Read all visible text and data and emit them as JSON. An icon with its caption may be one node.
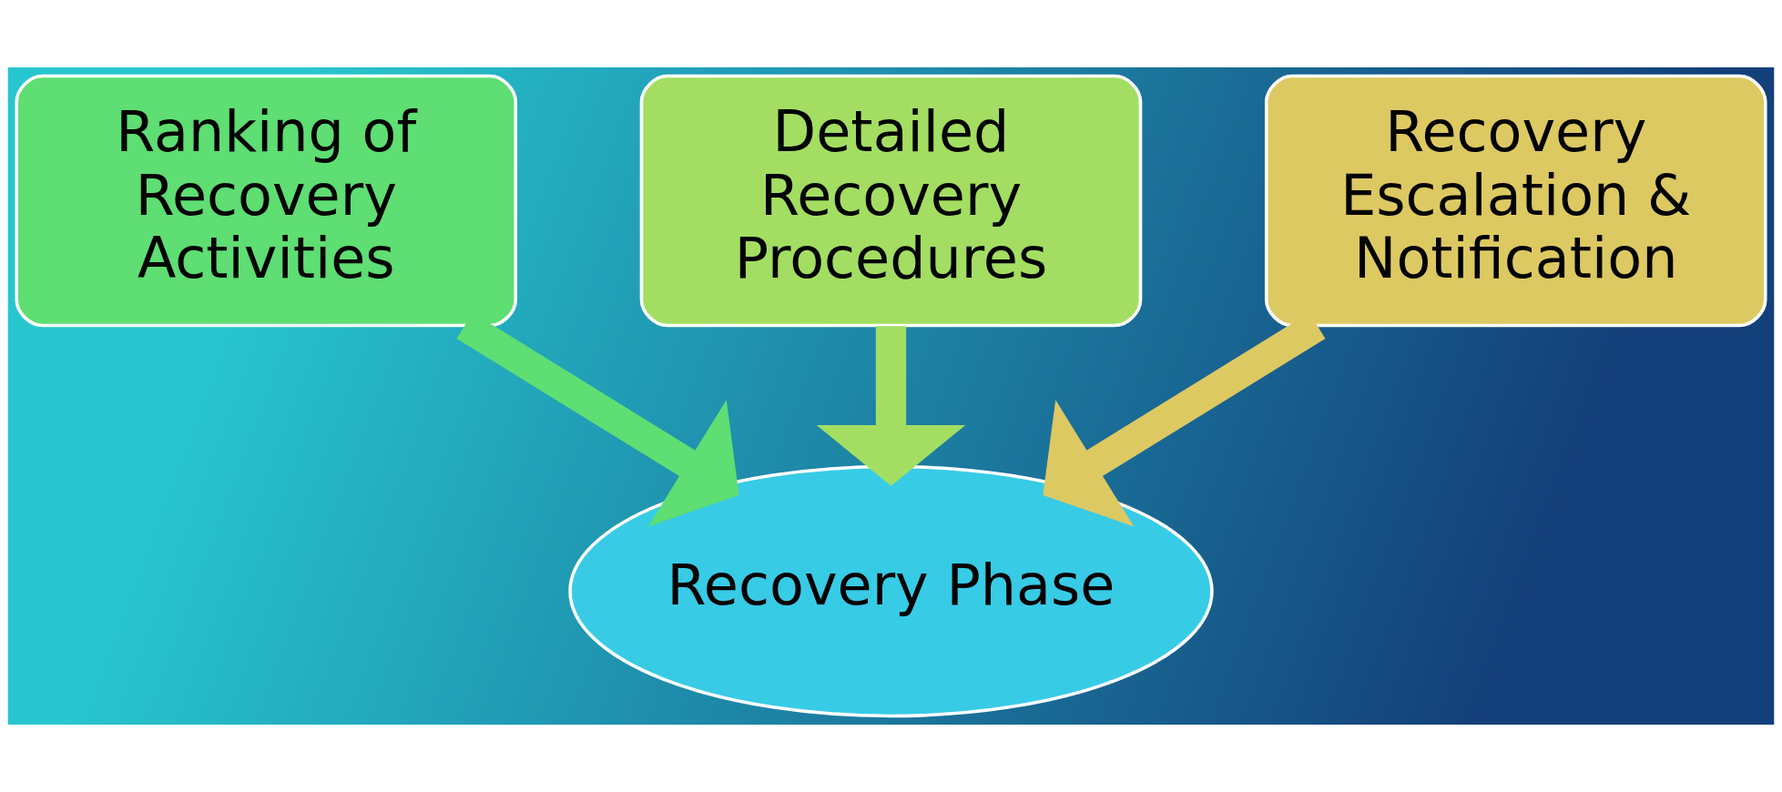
{
  "diagram": {
    "nodes": [
      {
        "text": [
          "Ranking of Recovery Activities"
        ]
      },
      {
        "text": [
          "Detailed Recovery Procedures"
        ]
      },
      {
        "text": [
          "Recovery Escalation & Notification"
        ]
      },
      {
        "text": [
          "Recovery Phase"
        ]
      }
    ],
    "edges": [
      {
        "from": 0,
        "to": 3,
        "arrow": "to",
        "color": "#5ede73"
      },
      {
        "from": 1,
        "to": 3,
        "arrow": "to",
        "color": "#a3de62"
      },
      {
        "from": 2,
        "to": 3,
        "arrow": "to",
        "color": "#ddc962"
      }
    ]
  }
}
